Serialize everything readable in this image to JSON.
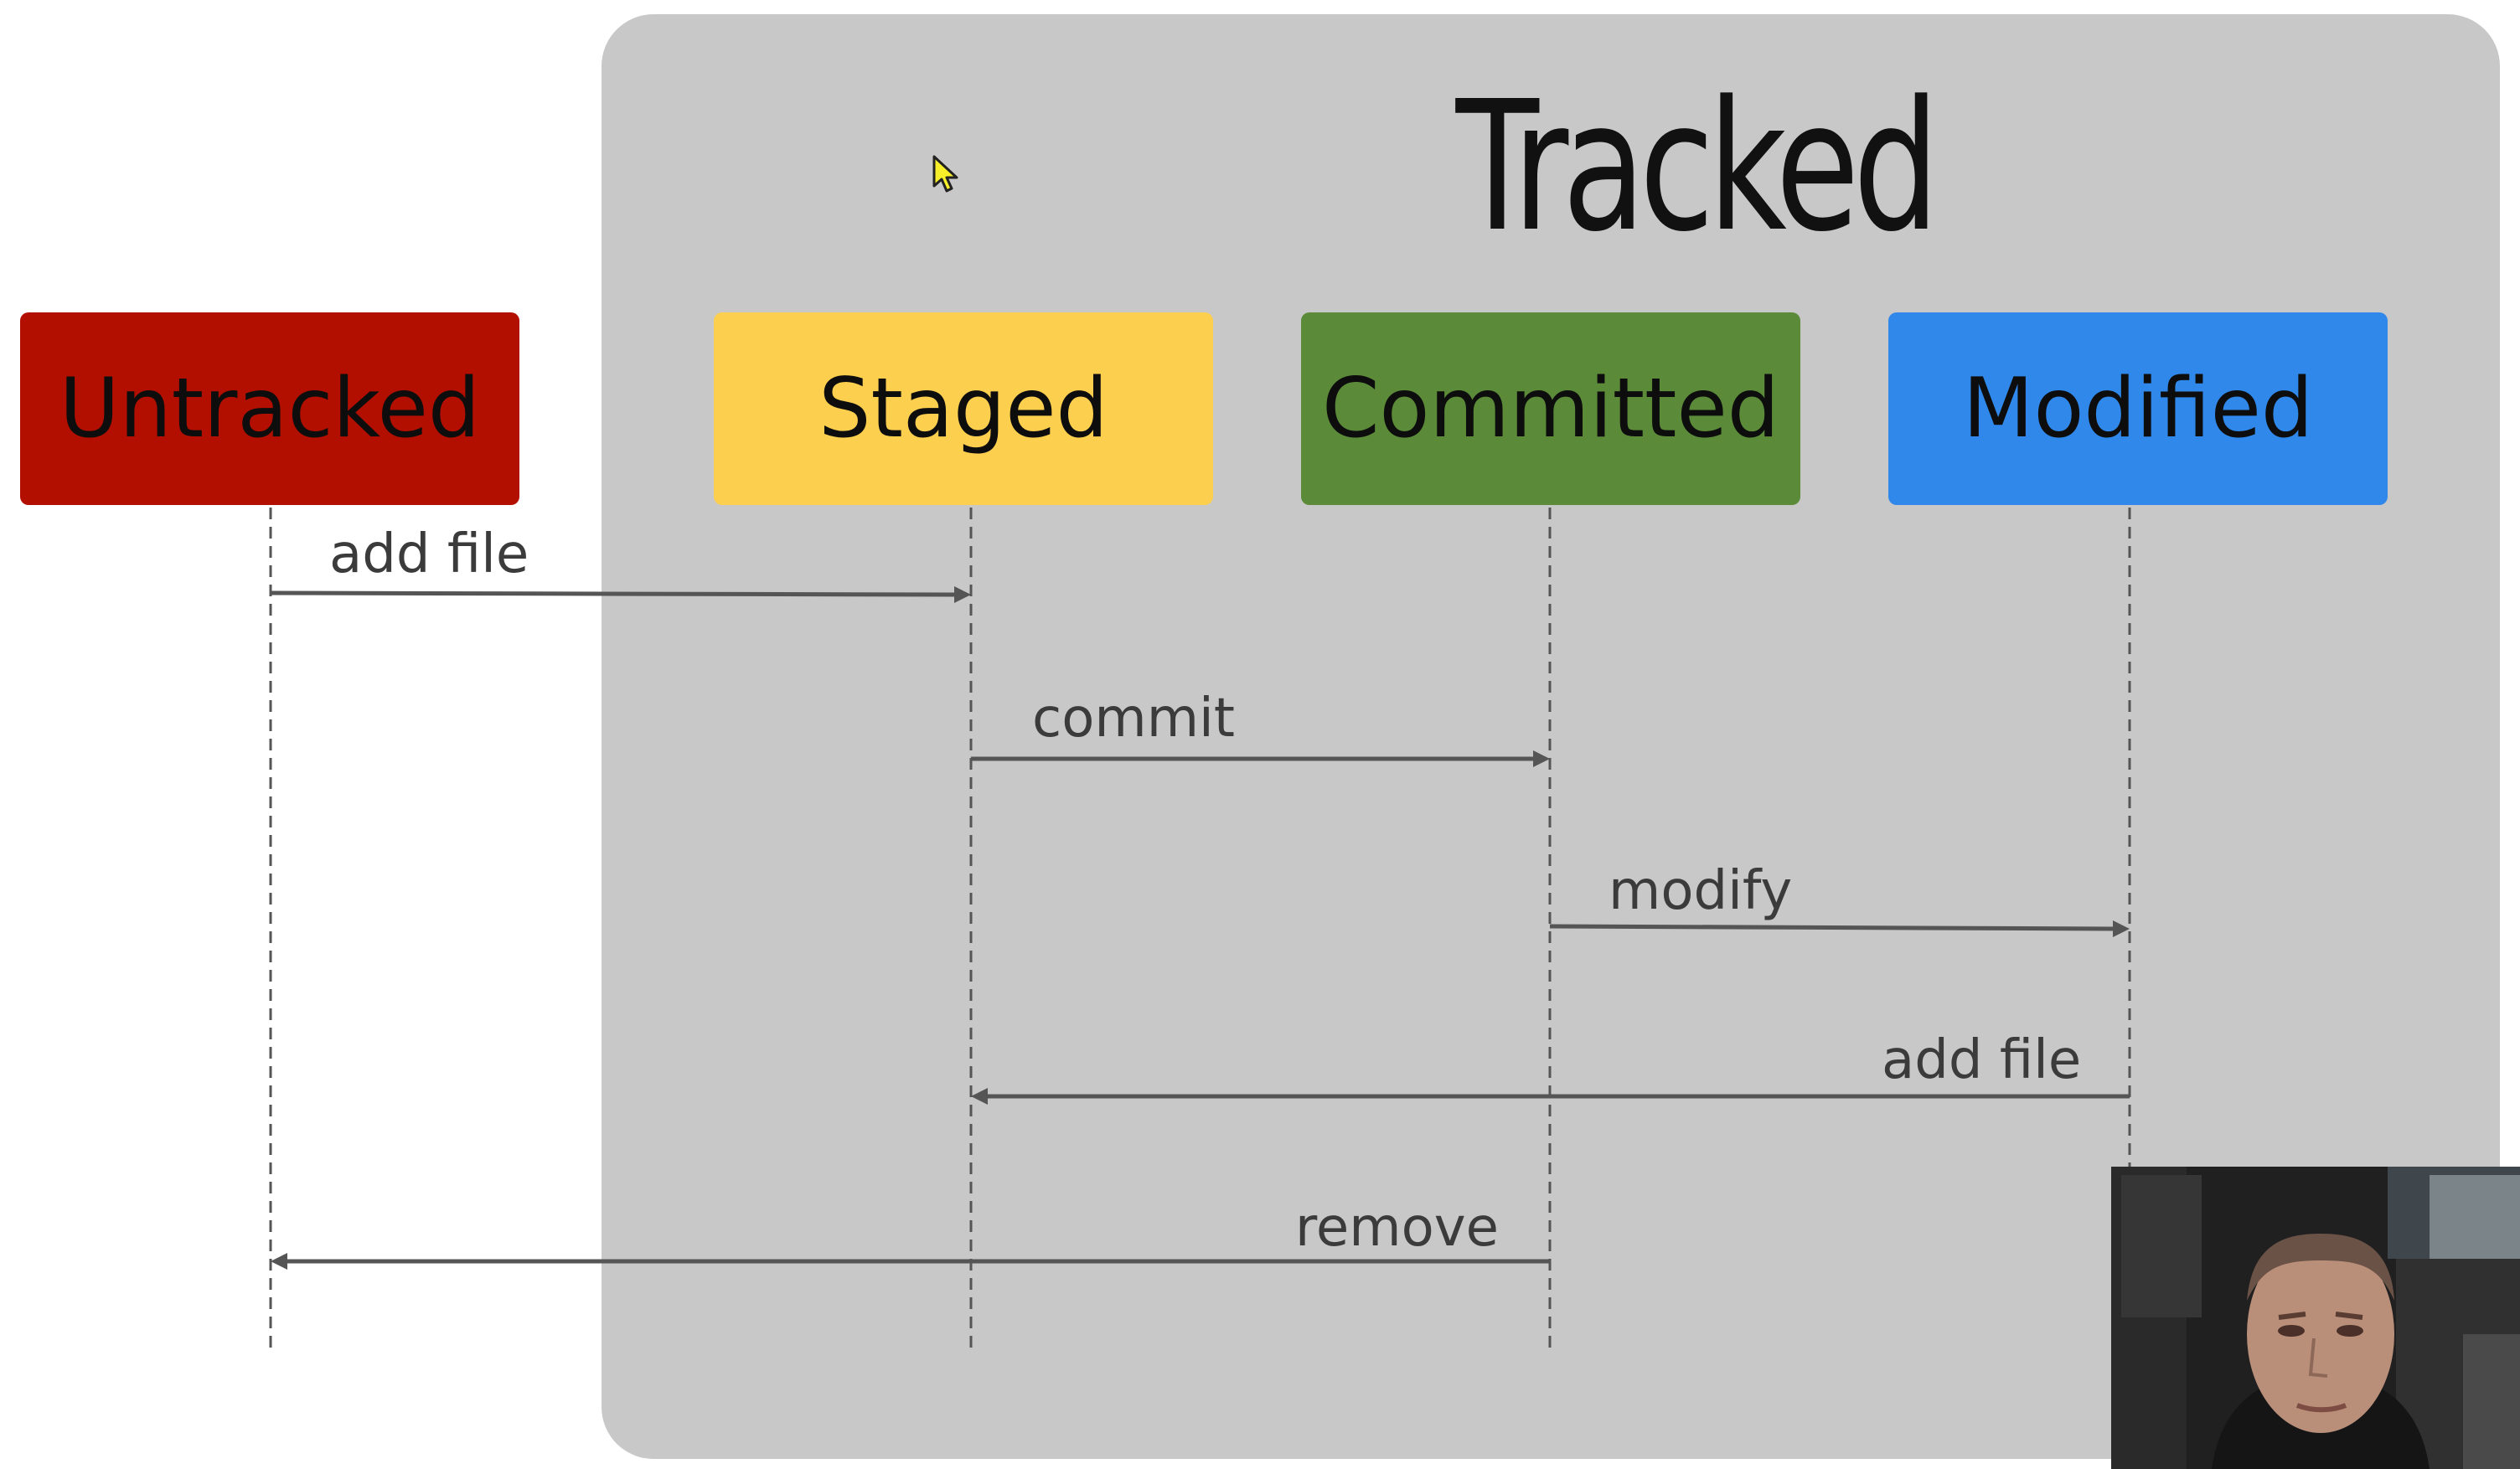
{
  "slide": {
    "group_title": "Tracked",
    "states": [
      {
        "id": "untracked",
        "label": "Untracked",
        "color": "#b30f00"
      },
      {
        "id": "staged",
        "label": "Staged",
        "color": "#fdcf4e"
      },
      {
        "id": "committed",
        "label": "Committed",
        "color": "#5b8a38"
      },
      {
        "id": "modified",
        "label": "Modified",
        "color": "#2f88ea"
      }
    ],
    "transitions": [
      {
        "label": "add file",
        "from": "Untracked",
        "to": "Staged"
      },
      {
        "label": "commit",
        "from": "Staged",
        "to": "Committed"
      },
      {
        "label": "modify",
        "from": "Committed",
        "to": "Modified"
      },
      {
        "label": "add file",
        "from": "Modified",
        "to": "Staged"
      },
      {
        "label": "remove",
        "from": "Committed",
        "to": "Untracked"
      }
    ],
    "panel_color": "#c8c8c8",
    "line_color": "#555555"
  },
  "overlay": {
    "cursor_icon": "mouse-pointer-icon",
    "webcam": "presenter-webcam"
  }
}
